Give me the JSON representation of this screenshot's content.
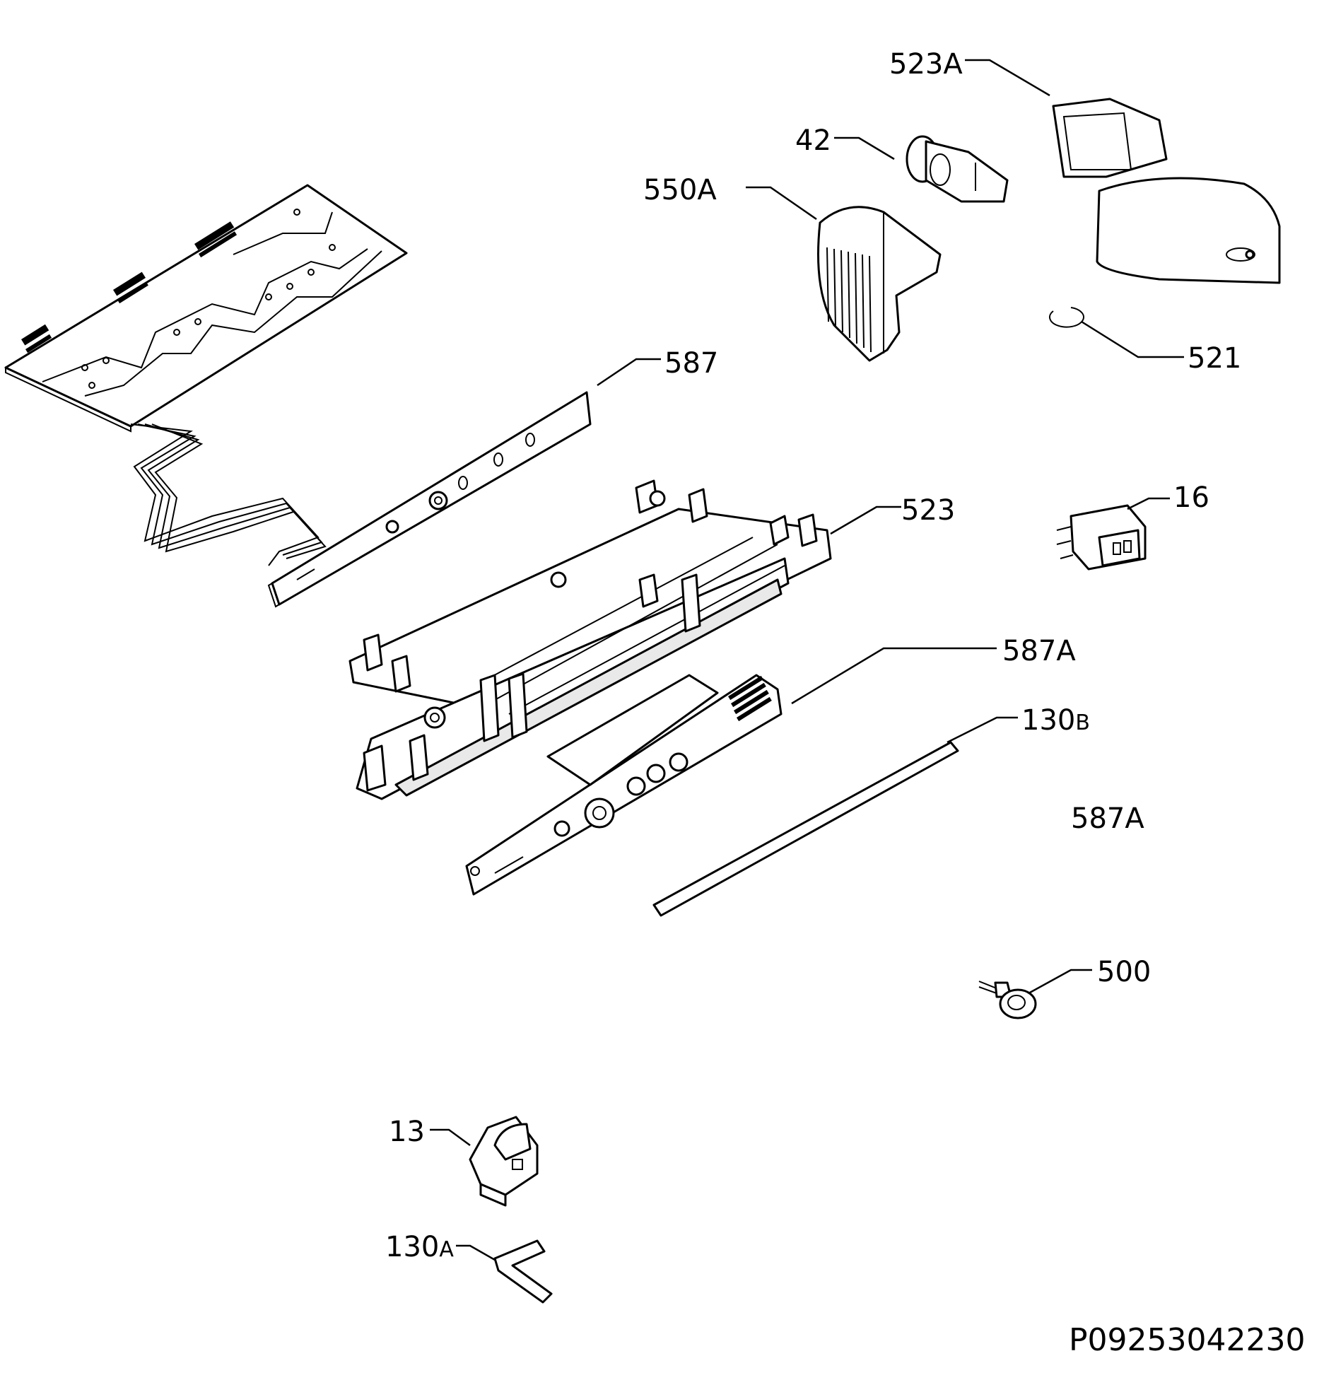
{
  "parts": {
    "p523A": "523A",
    "p42": "42",
    "p550A": "550A",
    "p521": "521",
    "p587": "587",
    "p523": "523",
    "p16": "16",
    "p587A": "587A",
    "p130B": {
      "main": "130",
      "suffix": "B"
    },
    "p587A_caption": "587A",
    "p500": "500",
    "p13": "13",
    "p130A": {
      "main": "130",
      "suffix": "A"
    }
  },
  "document_code": "P09253042230"
}
